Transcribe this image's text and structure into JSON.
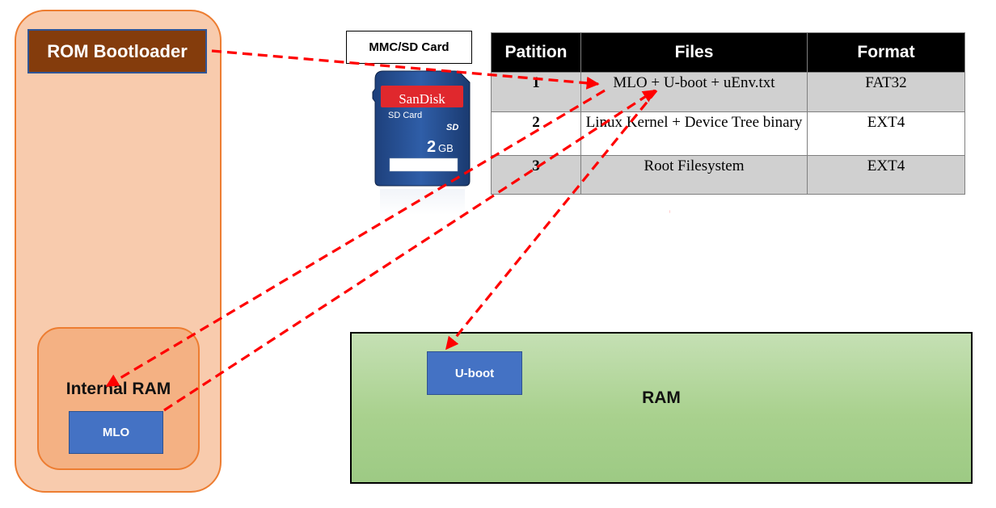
{
  "rom": {
    "label": "ROM Bootloader"
  },
  "internal_ram": {
    "label": "Internal RAM"
  },
  "mlo": {
    "label": "MLO"
  },
  "sd_card": {
    "label": "MMC/SD Card",
    "brand": "SanDisk",
    "type": "SD Card",
    "logo": "SD",
    "capacity_number": "2",
    "capacity_unit": "GB"
  },
  "table": {
    "headers": [
      "Patition",
      "Files",
      "Format"
    ],
    "rows": [
      {
        "partition": "1",
        "files": "MLO + U-boot + uEnv.txt",
        "format": "FAT32"
      },
      {
        "partition": "2",
        "files": "Linux Kernel + Device Tree binary",
        "format": "EXT4"
      },
      {
        "partition": "3",
        "files": "Root Filesystem",
        "format": "EXT4"
      }
    ]
  },
  "ram": {
    "label": "RAM"
  },
  "uboot": {
    "label": "U-boot"
  },
  "colors": {
    "arrow": "#ff0000",
    "soc_fill": "#f8cbad",
    "rom_fill": "#843c0c",
    "block_fill": "#4472c4",
    "ram_fill": "#a9d18e"
  }
}
